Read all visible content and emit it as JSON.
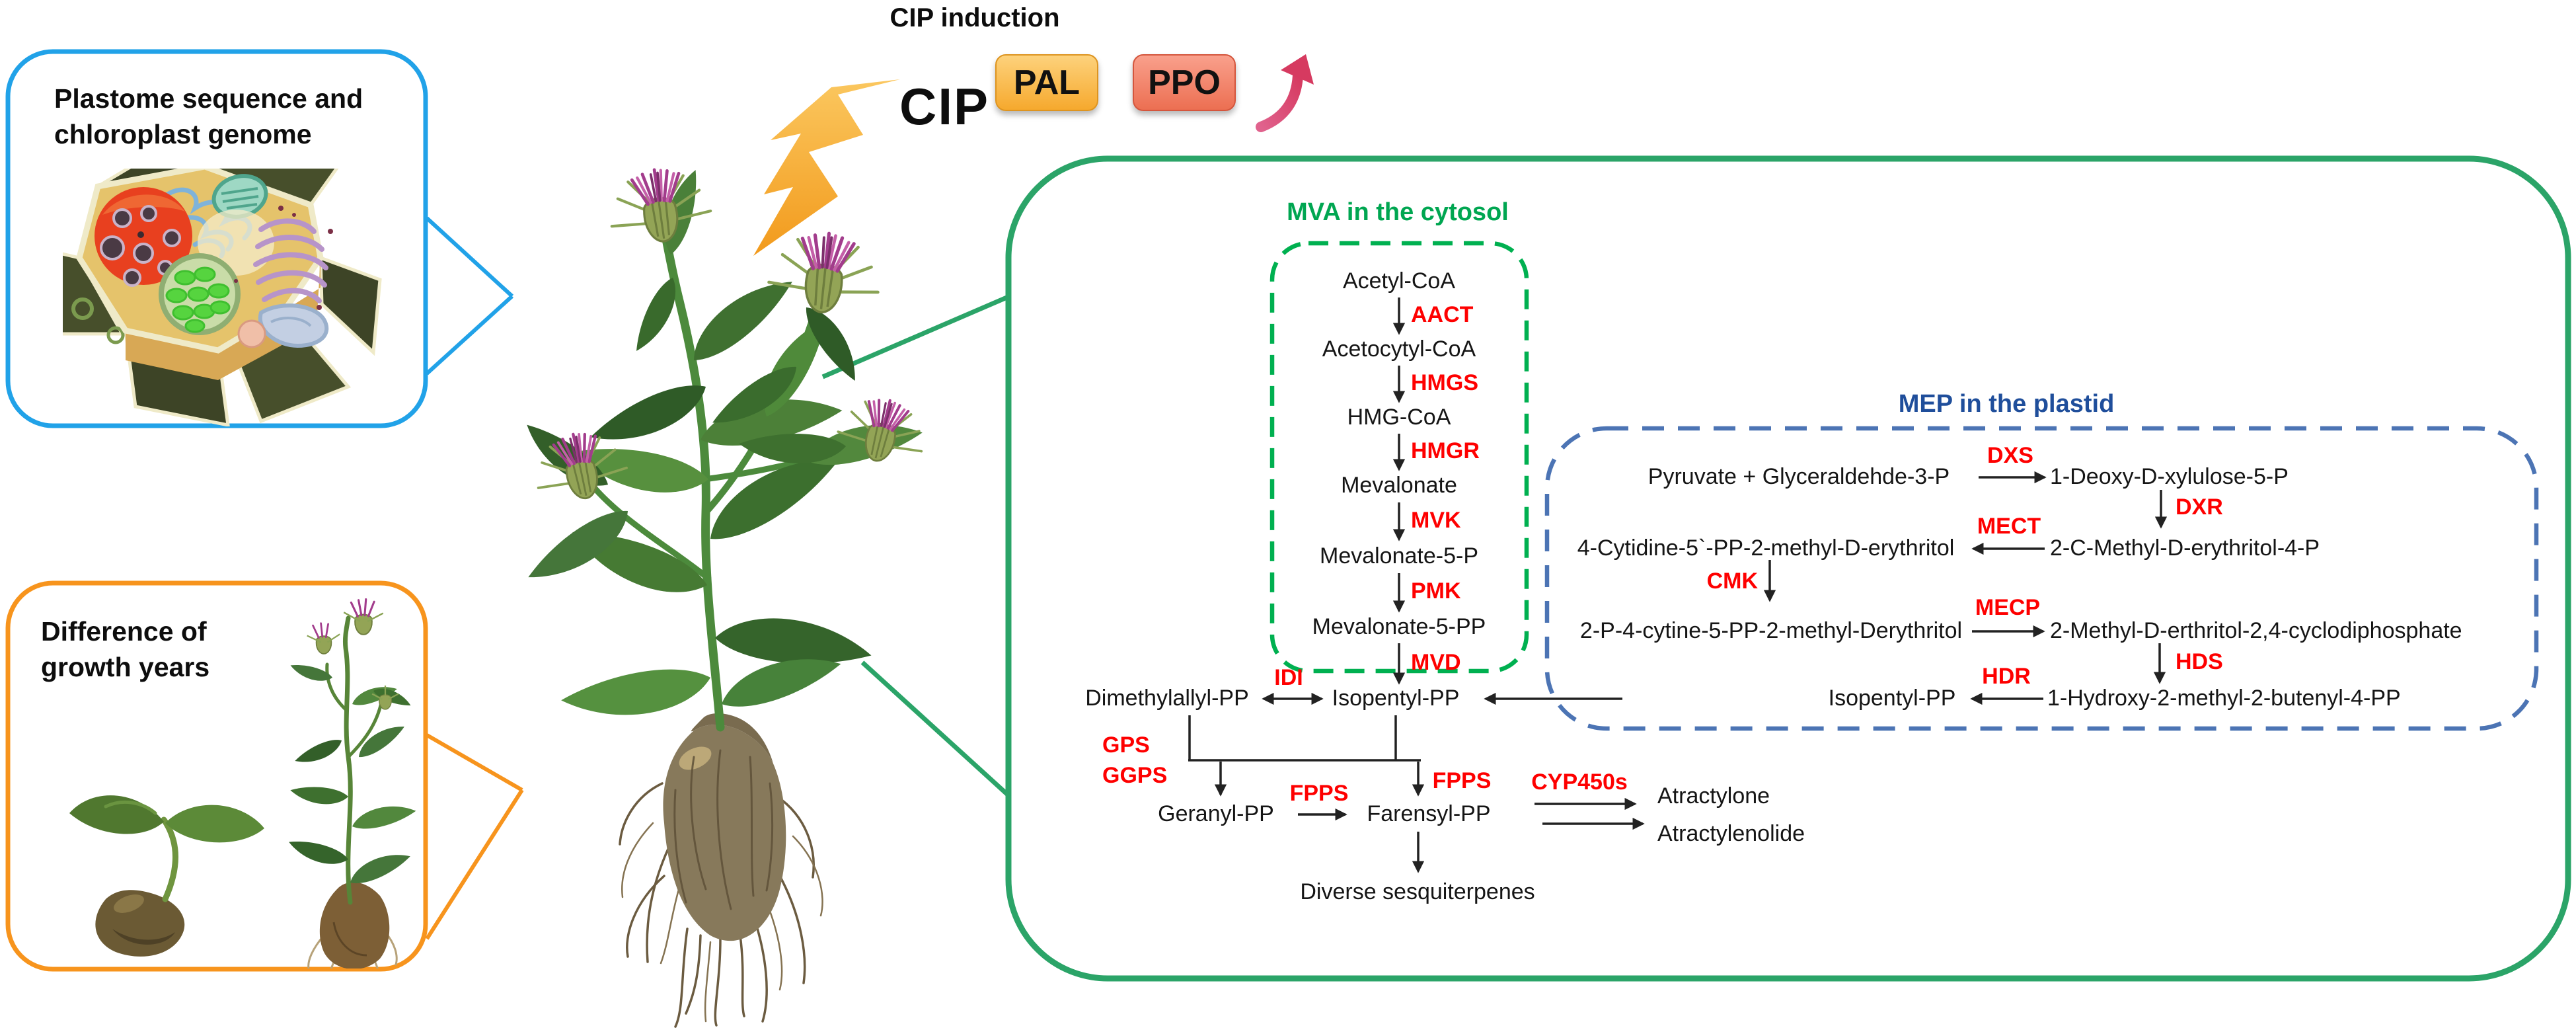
{
  "header": {
    "induction_label": "CIP induction",
    "cip_label": "CIP",
    "pal_label": "PAL",
    "ppo_label": "PPO"
  },
  "panels": {
    "plastome_title": "Plastome sequence and\nchloroplast genome",
    "growth_title": "Difference of\ngrowth years"
  },
  "mva": {
    "title": "MVA in the cytosol",
    "m1": "Acetyl-CoA",
    "e1": "AACT",
    "m2": "Acetocytyl-CoA",
    "e2": "HMGS",
    "m3": "HMG-CoA",
    "e3": "HMGR",
    "m4": "Mevalonate",
    "e4": "MVK",
    "m5": "Mevalonate-5-P",
    "e5": "PMK",
    "m6": "Mevalonate-5-PP",
    "e6": "MVD"
  },
  "mep": {
    "title": "MEP in the plastid",
    "r1_left": "Pyruvate  +  Glyceraldehde-3-P",
    "r1_enzyme": "DXS",
    "r1_right": "1-Deoxy-D-xylulose-5-P",
    "dxr": "DXR",
    "r2_left": "4-Cytidine-5`-PP-2-methyl-D-erythritol",
    "r2_enzyme": "MECT",
    "r2_right": "2-C-Methyl-D-erythritol-4-P",
    "cmk": "CMK",
    "r3_left": "2-P-4-cytine-5-PP-2-methyl-Derythritol",
    "r3_enzyme": "MECP",
    "r3_right": "2-Methyl-D-erthritol-2,4-cyclodiphosphate",
    "hds": "HDS",
    "r4_left": "Isopentyl-PP",
    "r4_enzyme": "HDR",
    "r4_right": "1-Hydroxy-2-methyl-2-butenyl-4-PP"
  },
  "core": {
    "idi": "IDI",
    "dmapp": "Dimethylallyl-PP",
    "ipp": "Isopentyl-PP",
    "gps": "GPS",
    "ggps": "GGPS",
    "fpps_main": "FPPS",
    "fpps_branch": "FPPS",
    "cyp450s": "CYP450s",
    "geranyl_pp": "Geranyl-PP",
    "farensyl_pp": "Farensyl-PP",
    "product_1": "Atractylone",
    "product_2": "Atractylenolide",
    "sesquiterpenes": "Diverse sesquiterpenes"
  },
  "icons": {
    "lightning": "lightning-bolt-icon",
    "up_arrow": "curved-up-arrow-icon"
  },
  "colors": {
    "blue_panel_border": "#21a2e8",
    "orange_panel_border": "#f7941d",
    "green_box_border": "#2ba468",
    "mva_dashed": "#00b050",
    "mva_title": "#00a651",
    "mep_dashed": "#4c74b4",
    "mep_title": "#1f4e9b",
    "enzyme_red": "#fe0000",
    "pal_badge": "#f6a92e",
    "ppo_badge": "#ec6f52",
    "pink_arrow": "#e25576",
    "lightning_bolt": "#f8b648"
  }
}
